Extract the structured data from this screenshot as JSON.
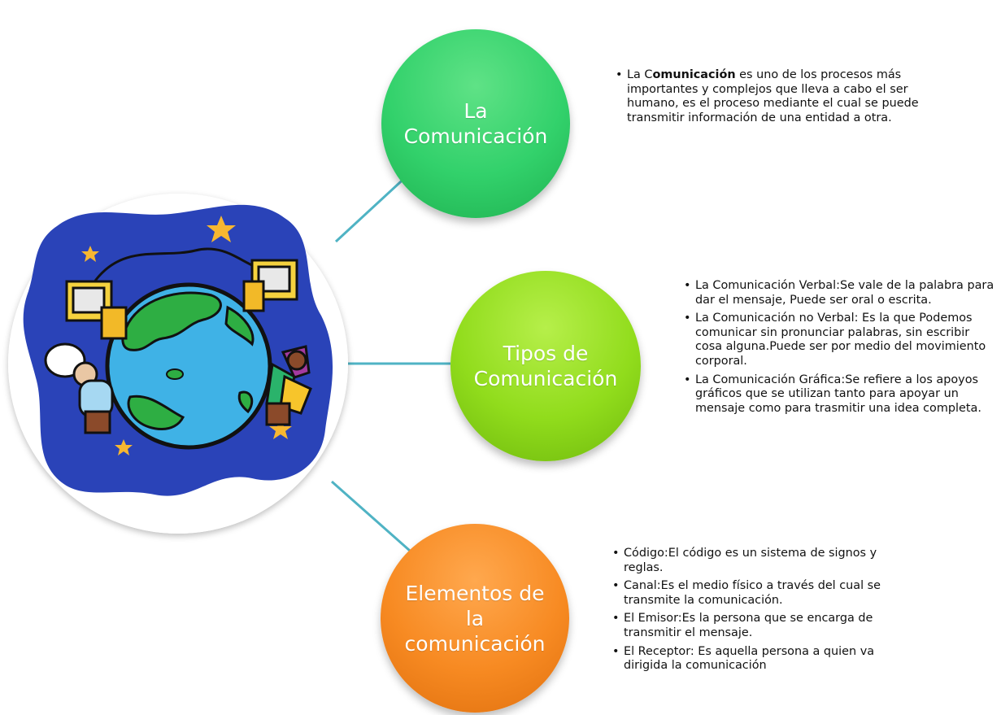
{
  "center_image": {
    "icon": "globe-communication-icon",
    "background_color": "#2a43b8",
    "earth_color": "#3fb2e6",
    "land_color": "#2eae43",
    "star_color": "#f7b731"
  },
  "nodes": [
    {
      "label": "La\nComunicación",
      "color": "#32d16b",
      "bullets": [
        {
          "parts": [
            "La C",
            "omunicación",
            " es uno de los procesos más importantes y complejos que lleva a cabo el ser humano, es el proceso mediante el cual se puede transmitir información de una entidad a otra."
          ]
        }
      ]
    },
    {
      "label": "Tipos de\nComunicación",
      "color": "#91dc1c",
      "bullets": [
        "La Comunicación Verbal:Se vale de la palabra para dar el mensaje, Puede ser oral o escrita.",
        "La Comunicación no Verbal: Es la que Podemos comunicar sin pronunciar palabras, sin escribir cosa alguna.Puede ser por medio del movimiento corporal.",
        "La Comunicación Gráfica:Se refiere a los apoyos gráficos que se utilizan tanto para apoyar un mensaje como para trasmitir una idea completa."
      ]
    },
    {
      "label": "Elementos de\nla\ncomunicación",
      "color": "#f78a22",
      "bullets": [
        "Código:El código es un sistema de signos y reglas.",
        "Canal:Es el medio físico a través del cual se transmite la comunicación.",
        "El Emisor:Es la persona que se encarga de transmitir el mensaje.",
        "El Receptor: Es aquella persona a quien va dirigida la comunicación"
      ]
    }
  ],
  "connector_color": "#4fb3c4"
}
